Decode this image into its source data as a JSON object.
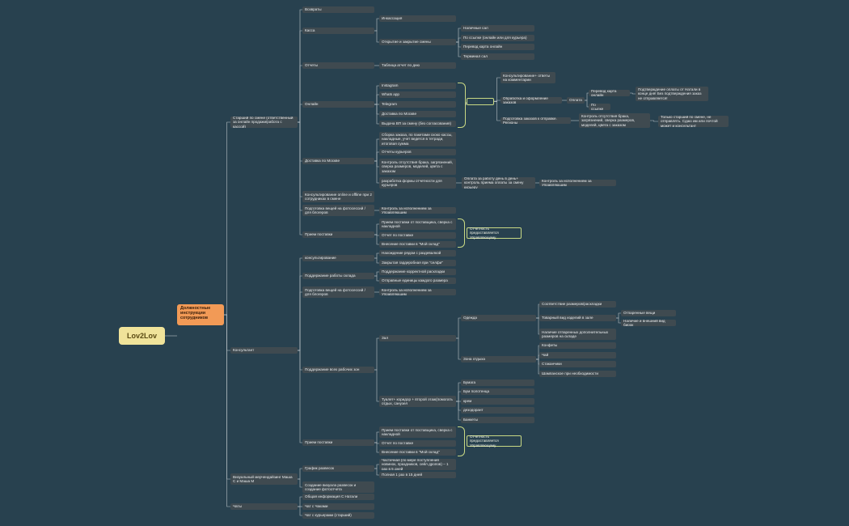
{
  "root": "Lov2Lov",
  "main": "Должностные инструкции сотрудников",
  "nodes": [
    {
      "id": "n1",
      "text": "Старший по смене (ответственный за онлайн продажи/работа с кассой)"
    },
    {
      "id": "n1a",
      "text": "Возвраты"
    },
    {
      "id": "n1b",
      "text": "Касса"
    },
    {
      "id": "n1b1",
      "text": "Инкассация"
    },
    {
      "id": "n1b2",
      "text": "Открытие и закрытие смены"
    },
    {
      "id": "n1b2a",
      "text": "Наличные сал"
    },
    {
      "id": "n1b2b",
      "text": "По ссылке (онлайн или для курьера)"
    },
    {
      "id": "n1b2c",
      "text": "Перевод карта онлайн"
    },
    {
      "id": "n1b2d",
      "text": "Терминал сал"
    },
    {
      "id": "n1c",
      "text": "Отчеты"
    },
    {
      "id": "n1c1",
      "text": "Таблица атчет по дню"
    },
    {
      "id": "n1d",
      "text": "Онлайн"
    },
    {
      "id": "n1d1",
      "text": "Instagram"
    },
    {
      "id": "n1d2",
      "text": "Whats app"
    },
    {
      "id": "n1d3",
      "text": "Telegram"
    },
    {
      "id": "n1d4",
      "text": "Доставка по Москве"
    },
    {
      "id": "n1d5",
      "text": "Выдача ВП за смену (без согласования)"
    },
    {
      "id": "n1dx",
      "text": ""
    },
    {
      "id": "n1dx1",
      "text": "Консультирование+ ответы на комментарии"
    },
    {
      "id": "n1dx2",
      "text": "Обработка и оформление заказов"
    },
    {
      "id": "n1dx2a",
      "text": "Оплата"
    },
    {
      "id": "n1dx2a1",
      "text": "Перевод карта онлайн"
    },
    {
      "id": "n1dx2a1n",
      "text": "Подтверждение оплаты от Натали в конце дня! Без подтверждения заказ не отправляется!"
    },
    {
      "id": "n1dx2a2",
      "text": "По ссылке"
    },
    {
      "id": "n1dx3",
      "text": "Подготовка заказов к отправке. Регионы"
    },
    {
      "id": "n1dx3a",
      "text": "Контроль отсутствия брака, загрязнений, сверка размеров, моделей, цвета с заказом"
    },
    {
      "id": "n1dx3an",
      "text": "Только старший по смене, не отправлять. Сдаю им или почтой может и консультант"
    },
    {
      "id": "n1e",
      "text": "Доставка по Москве"
    },
    {
      "id": "n1e1",
      "text": "Сборка заказа, по пакетами скоко кассы, накладные, учет ведется в тетради, итоговая сумма"
    },
    {
      "id": "n1e2",
      "text": "Отчеты курьеров"
    },
    {
      "id": "n1e3",
      "text": "Контроль отсутствия брака, загрязнений, сверка размеров, моделей, цвета с заказом"
    },
    {
      "id": "n1e4",
      "text": "разработка формы отчетности для курьеров"
    },
    {
      "id": "n1e4a",
      "text": "Оплата за работу день в день+ контроль приема оплаты за смену курьеру"
    },
    {
      "id": "n1e4a1",
      "text": "Контроль за исполнением за Управляющим"
    },
    {
      "id": "n1f",
      "text": "Консультирование online и offline при 2 сотрудниках в смене"
    },
    {
      "id": "n1g",
      "text": "Подготовка вещей на фотосессий / для блогеров"
    },
    {
      "id": "n1g1",
      "text": "Контроль за исполнением за Управляющим"
    },
    {
      "id": "n1h",
      "text": "Прием поставки"
    },
    {
      "id": "n1h1",
      "text": "Прием поставки от поставщика, сверка с накладной"
    },
    {
      "id": "n1h2",
      "text": "Отчет по поставке"
    },
    {
      "id": "n1h3",
      "text": "Внесение поставки в \"Мой склад\""
    },
    {
      "id": "n2",
      "text": "Консультант"
    },
    {
      "id": "n2a",
      "text": "консультирование"
    },
    {
      "id": "n2a1",
      "text": "Нахождение рядом с раздевалкой"
    },
    {
      "id": "n2a2",
      "text": "Закрытая гардеробная при \"селфи\""
    },
    {
      "id": "n2b",
      "text": "Поддержание работы склада"
    },
    {
      "id": "n2b1",
      "text": "Поддержание корректной раскладки"
    },
    {
      "id": "n2b2",
      "text": "Отправные единицы каждого размера"
    },
    {
      "id": "n2c",
      "text": "Подготовка вещей на фотосессий / для блогеров"
    },
    {
      "id": "n2c1",
      "text": "Контроль за исполнением за Управляющим"
    },
    {
      "id": "n2d",
      "text": "Поддержание всех рабочих зон"
    },
    {
      "id": "n2d1",
      "text": "Зал"
    },
    {
      "id": "n2d1a",
      "text": "Одежда"
    },
    {
      "id": "n2d1a1",
      "text": "Соответствие размеров/раскладки"
    },
    {
      "id": "n2d1a2",
      "text": "Товарный вид изделий в зале"
    },
    {
      "id": "n2d1a2a",
      "text": "Отпаренные вещи"
    },
    {
      "id": "n2d1a2b",
      "text": "Наличие и внешний вид бирок"
    },
    {
      "id": "n2d1a3",
      "text": "Наличие отпаренных дополнительных размеров на складе"
    },
    {
      "id": "n2d1b",
      "text": "Зона отдыха"
    },
    {
      "id": "n2d1b1",
      "text": "Конфеты"
    },
    {
      "id": "n2d1b2",
      "text": "Чай"
    },
    {
      "id": "n2d1b3",
      "text": "Стаканчики"
    },
    {
      "id": "n2d1b4",
      "text": "Шампанское при необходимости"
    },
    {
      "id": "n2d2",
      "text": "Туалет+ коридор + второй этаж(помогать отдых, санузел"
    },
    {
      "id": "n2d2a",
      "text": "Бумага"
    },
    {
      "id": "n2d2b",
      "text": "Бум полотенца"
    },
    {
      "id": "n2d2c",
      "text": "крем"
    },
    {
      "id": "n2d2d",
      "text": "дезодорант"
    },
    {
      "id": "n2d2e",
      "text": "Банкеты"
    },
    {
      "id": "n2e",
      "text": "Прием поставки"
    },
    {
      "id": "n2e1",
      "text": "Прием поставки от поставщика, сверка с накладной"
    },
    {
      "id": "n2e2",
      "text": "Отчет по поставке"
    },
    {
      "id": "n2e3",
      "text": "Внесение поставки в \"Мой склад\""
    },
    {
      "id": "n3",
      "text": "Визуальный мерчендайзинг Маша С и Маша М"
    },
    {
      "id": "n3a",
      "text": "График развесок"
    },
    {
      "id": "n3a1",
      "text": "Частичная (по мере поступления новинок, праздников, сейл дропов) – 1 раз в 5 дней"
    },
    {
      "id": "n3a2",
      "text": "Полная 1 раз в 15 дней"
    },
    {
      "id": "n3b",
      "text": "Создание визуала развесок и создание фотоотчета"
    },
    {
      "id": "n4",
      "text": "Чаты"
    },
    {
      "id": "n4a",
      "text": "Общая информация С Натали"
    },
    {
      "id": "n4b",
      "text": "Чат с Чаками"
    },
    {
      "id": "n4c",
      "text": "Чат с курьерами (старший)"
    }
  ],
  "notes": [
    {
      "id": "note1",
      "text": "Отчетность предоставляется Управляющему"
    },
    {
      "id": "note2",
      "text": "Отчетность предоставляется Управляющему"
    }
  ]
}
